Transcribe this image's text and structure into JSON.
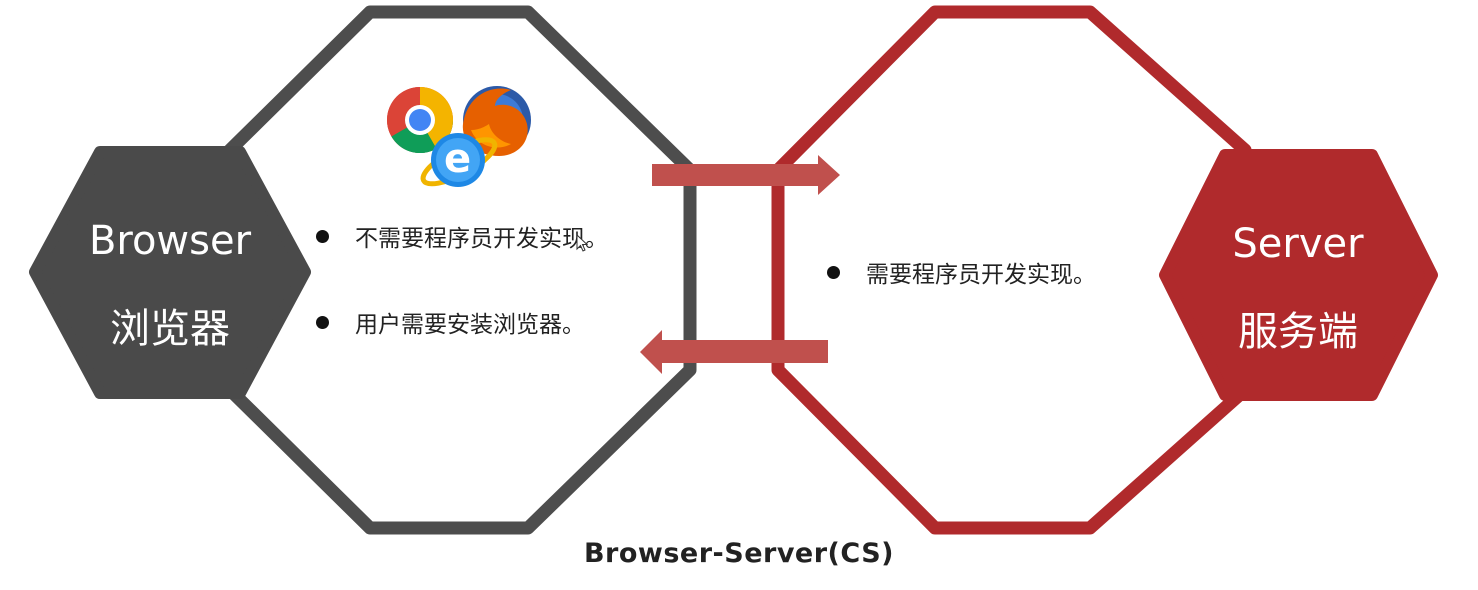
{
  "browser_side": {
    "title_en": "Browser",
    "title_zh": "浏览器",
    "bullets": [
      "不需要程序员开发实现。",
      "用户需要安装浏览器。"
    ],
    "colors": {
      "outline": "#4d4d4d",
      "fill": "#4a4a4a"
    },
    "icons": [
      "chrome-icon",
      "firefox-icon",
      "ie-icon"
    ]
  },
  "server_side": {
    "title_en": "Server",
    "title_zh": "服务端",
    "bullets": [
      "需要程序员开发实现。"
    ],
    "colors": {
      "outline": "#b02a2c",
      "fill": "#b02a2c"
    }
  },
  "arrows": {
    "color": "#c0504d",
    "directions": [
      "right",
      "left"
    ]
  },
  "caption": "Browser-Server(CS)"
}
